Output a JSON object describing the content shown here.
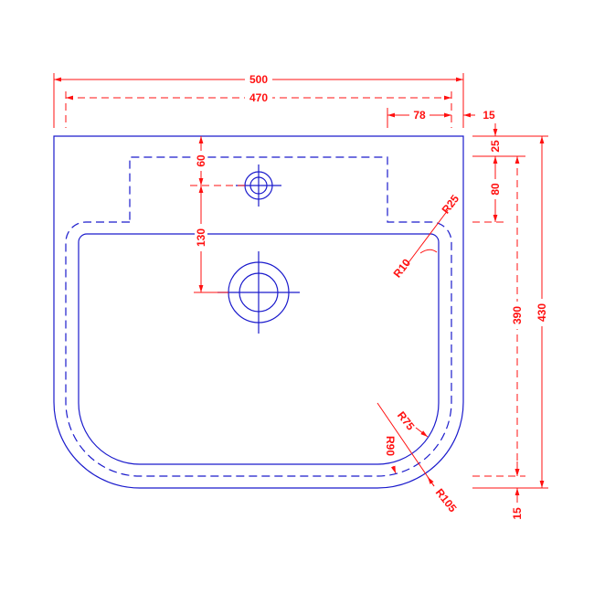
{
  "colors": {
    "outline": "#1a1acc",
    "dimensions": "#ff1010"
  },
  "dimensions": {
    "overall_width": "500",
    "inner_width": "470",
    "tap_offset_x": "78",
    "rim_offset_x": "15",
    "top_to_deck": "25",
    "deck_depth": "80",
    "inner_depth": "390",
    "overall_depth": "430",
    "rim_offset_bottom": "15",
    "tap_from_top": "60",
    "tap_to_waste": "130",
    "radius_deck_outer": "R25",
    "radius_bowl_top": "R10",
    "radius_bowl_bottom": "R75",
    "radius_rim_bottom": "R90",
    "radius_outer_bottom": "R105"
  }
}
